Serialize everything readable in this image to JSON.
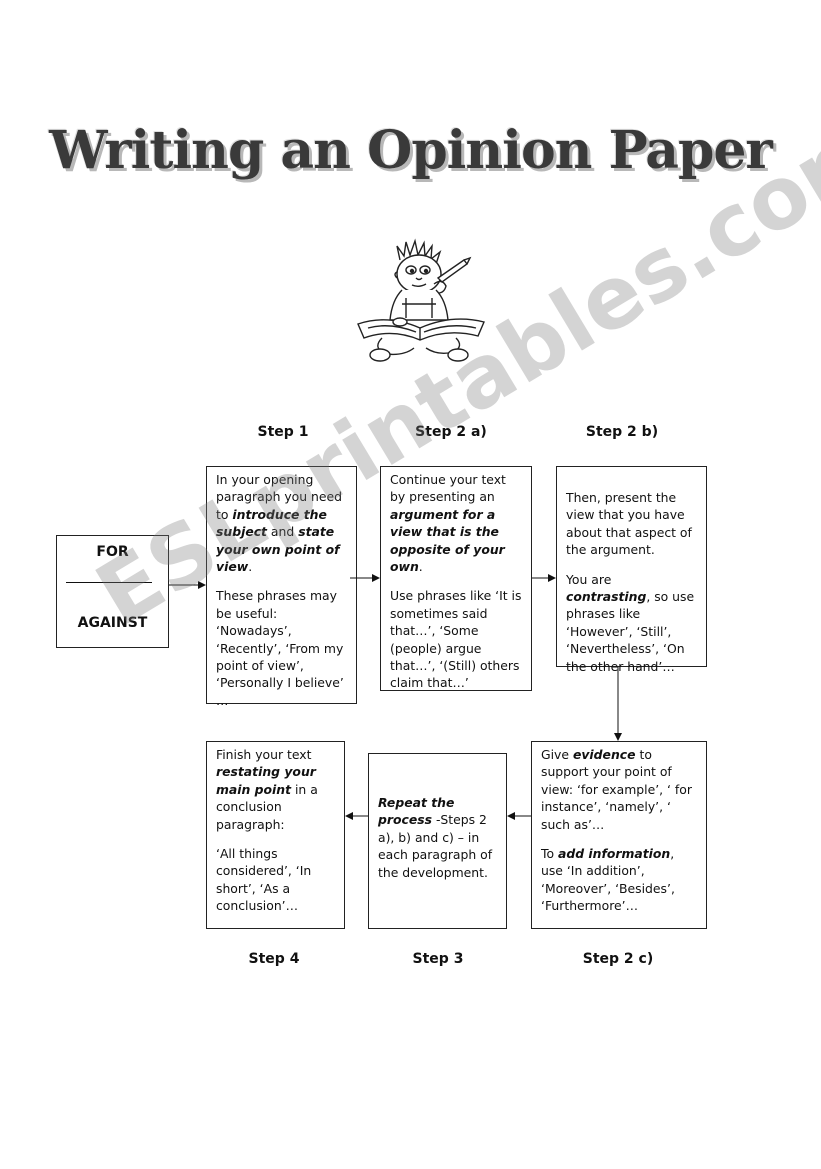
{
  "title": "Writing an Opinion Paper",
  "watermark": "ESLprintables.com",
  "labels": {
    "step1": "Step 1",
    "step2a": "Step 2 a)",
    "step2b": "Step 2 b)",
    "step4": "Step 4",
    "step3": "Step 3",
    "step2c": "Step 2 c)"
  },
  "for_against": {
    "for": "FOR",
    "against": "AGAINST"
  },
  "boxes": {
    "step1": {
      "p1": [
        "In your opening paragraph you need to ",
        "introduce the subject",
        " and ",
        "state your own point of view",
        "."
      ],
      "p2": "These phrases may be useful: ‘Nowadays’, ‘Recently’, ‘From my point of view’, ‘Personally I believe’ …"
    },
    "step2a": {
      "p1": [
        "Continue your text by presenting an ",
        "argument for a view that is the opposite of your own",
        "."
      ],
      "p2": "Use phrases like ‘It is sometimes said that…’, ‘Some (people) argue that…’, ‘(Still) others claim that…’"
    },
    "step2b": {
      "p1": "Then, present the view that you have about that aspect of the argument.",
      "p2": [
        "You are ",
        "contrasting",
        ", so use phrases like ‘However’, ‘Still’, ‘Nevertheless’, ‘On the other hand’…"
      ]
    },
    "step2c": {
      "p1": [
        "Give ",
        "evidence",
        " to support your point of view: ‘for example’, ‘ for instance’, ‘namely’, ‘ such as’…"
      ],
      "p2": [
        "To ",
        "add information",
        ", use ‘In addition’, ‘Moreover’, ‘Besides’, ‘Furthermore’…"
      ]
    },
    "step3": {
      "p1": [
        "",
        "Repeat the process",
        " -Steps 2 a), b) and c) – in each paragraph of the development."
      ]
    },
    "step4": {
      "p1": [
        "Finish your text ",
        "restating your main point",
        " in a conclusion paragraph:"
      ],
      "p2": "‘All things considered’, ‘In short’, ‘As a conclusion’…"
    }
  }
}
